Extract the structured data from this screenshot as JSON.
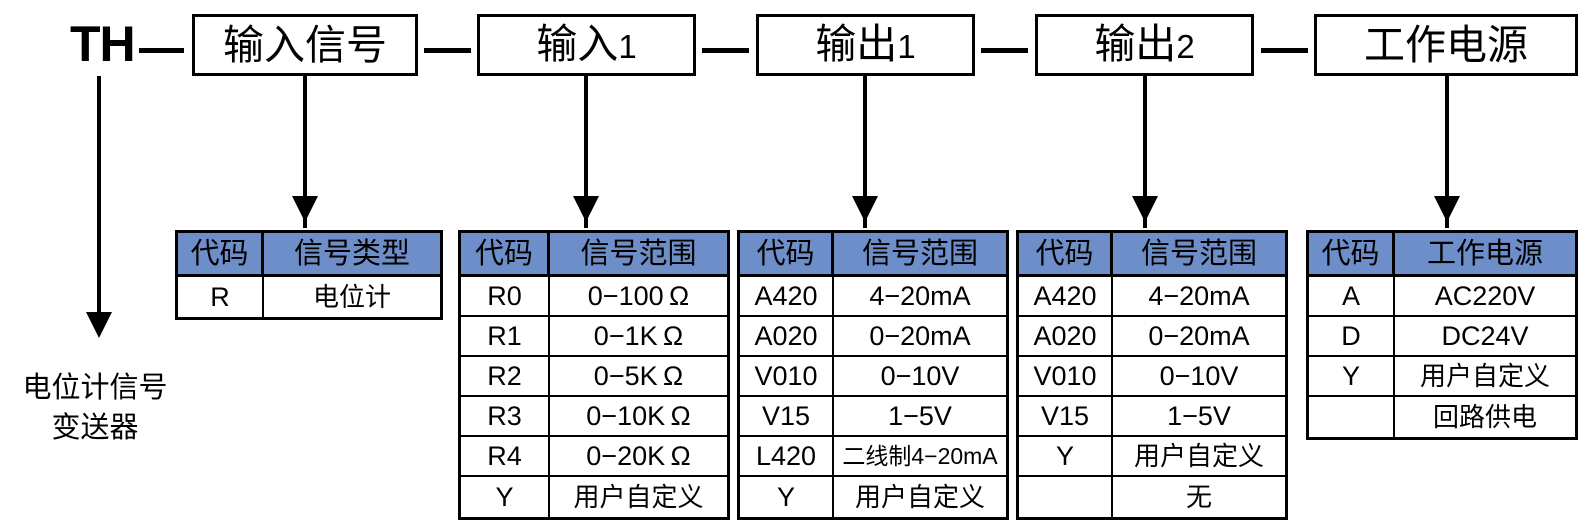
{
  "code_string": {
    "prefix": "TH",
    "separator": "—",
    "segments": [
      {
        "label": "输入信号"
      },
      {
        "label": "输入",
        "suffix": "1"
      },
      {
        "label": "输出",
        "suffix": "1"
      },
      {
        "label": "输出",
        "suffix": "2"
      },
      {
        "label": "工作电源"
      }
    ]
  },
  "caption": {
    "line1": "电位计信号",
    "line2": "变送器"
  },
  "colors": {
    "header_blue": "#6d8ec9",
    "border": "#000000",
    "background": "#ffffff"
  },
  "tables": [
    {
      "name": "input-signal-table",
      "headers": [
        "代码",
        "信号类型"
      ],
      "rows": [
        {
          "code": "R",
          "value": "电位计"
        }
      ]
    },
    {
      "name": "input1-table",
      "headers": [
        "代码",
        "信号范围"
      ],
      "rows": [
        {
          "code": "R0",
          "value": "0−100 Ω"
        },
        {
          "code": "R1",
          "value": "0−1K Ω"
        },
        {
          "code": "R2",
          "value": "0−5K Ω"
        },
        {
          "code": "R3",
          "value": "0−10K Ω"
        },
        {
          "code": "R4",
          "value": "0−20K Ω"
        },
        {
          "code": "Y",
          "value": "用户自定义"
        }
      ]
    },
    {
      "name": "output1-table",
      "headers": [
        "代码",
        "信号范围"
      ],
      "rows": [
        {
          "code": "A420",
          "value": "4−20mA"
        },
        {
          "code": "A020",
          "value": "0−20mA"
        },
        {
          "code": "V010",
          "value": "0−10V"
        },
        {
          "code": "V15",
          "value": "1−5V"
        },
        {
          "code": "L420",
          "value": "二线制4−20mA"
        },
        {
          "code": "Y",
          "value": "用户自定义"
        }
      ]
    },
    {
      "name": "output2-table",
      "headers": [
        "代码",
        "信号范围"
      ],
      "rows": [
        {
          "code": "A420",
          "value": "4−20mA"
        },
        {
          "code": "A020",
          "value": "0−20mA"
        },
        {
          "code": "V010",
          "value": "0−10V"
        },
        {
          "code": "V15",
          "value": "1−5V"
        },
        {
          "code": "Y",
          "value": "用户自定义"
        },
        {
          "code": "",
          "value": "无"
        }
      ]
    },
    {
      "name": "power-supply-table",
      "headers": [
        "代码",
        "工作电源"
      ],
      "rows": [
        {
          "code": "A",
          "value": "AC220V"
        },
        {
          "code": "D",
          "value": "DC24V"
        },
        {
          "code": "Y",
          "value": "用户自定义"
        },
        {
          "code": "",
          "value": "回路供电"
        }
      ]
    }
  ]
}
